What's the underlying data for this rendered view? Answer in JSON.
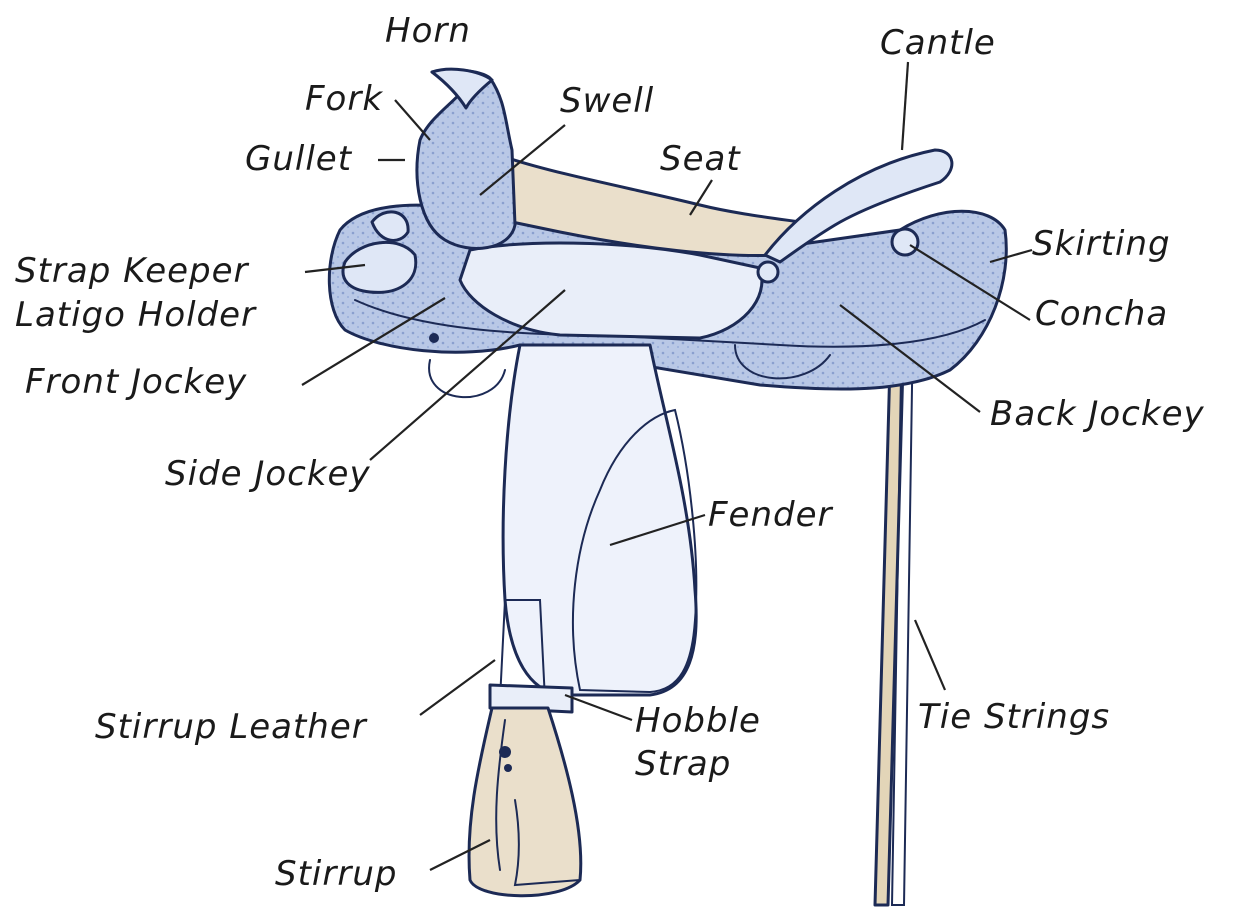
{
  "diagram": {
    "labels": {
      "horn": "Horn",
      "cantle": "Cantle",
      "fork": "Fork",
      "swell": "Swell",
      "gullet": "Gullet",
      "seat": "Seat",
      "skirting": "Skirting",
      "strap_keeper": "Strap Keeper",
      "latigo_holder": "Latigo Holder",
      "concha": "Concha",
      "front_jockey": "Front Jockey",
      "back_jockey": "Back Jockey",
      "side_jockey": "Side Jockey",
      "fender": "Fender",
      "stirrup_leather": "Stirrup Leather",
      "hobble_strap_line1": "Hobble",
      "hobble_strap_line2": "Strap",
      "tie_strings": "Tie Strings",
      "stirrup": "Stirrup"
    },
    "colors": {
      "leather_tooled": "#b9c8e6",
      "leather_light": "#e9eef9",
      "seat_suede": "#eadfcb",
      "outline": "#1c2a55",
      "tie_strings": "#e3d5b8"
    }
  }
}
